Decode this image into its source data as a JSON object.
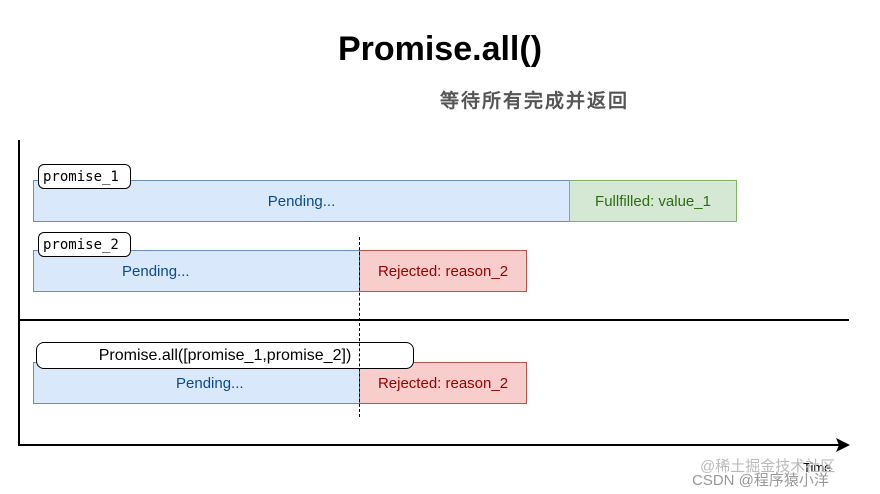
{
  "title": "Promise.all()",
  "subtitle": "等待所有完成并返回",
  "rows": {
    "promise_1": {
      "label": "promise_1",
      "pending": "Pending...",
      "fulfilled": "Fullfilled: value_1"
    },
    "promise_2": {
      "label": "promise_2",
      "pending": "Pending...",
      "rejected": "Rejected: reason_2"
    },
    "all": {
      "label": "Promise.all([promise_1,promise_2])",
      "pending": "Pending...",
      "rejected": "Rejected: reason_2"
    }
  },
  "axis": {
    "x_label": "Time"
  },
  "watermark": {
    "line1": "@稀土掘金技术社区",
    "line2": "CSDN @程序猿小洋"
  },
  "colors": {
    "pending_fill": "#dae8fc",
    "pending_border": "#6c8ebf",
    "rejected_fill": "#f8cecc",
    "rejected_border": "#b85450",
    "fulfilled_fill": "#d5e8d4",
    "fulfilled_border": "#82b366"
  }
}
